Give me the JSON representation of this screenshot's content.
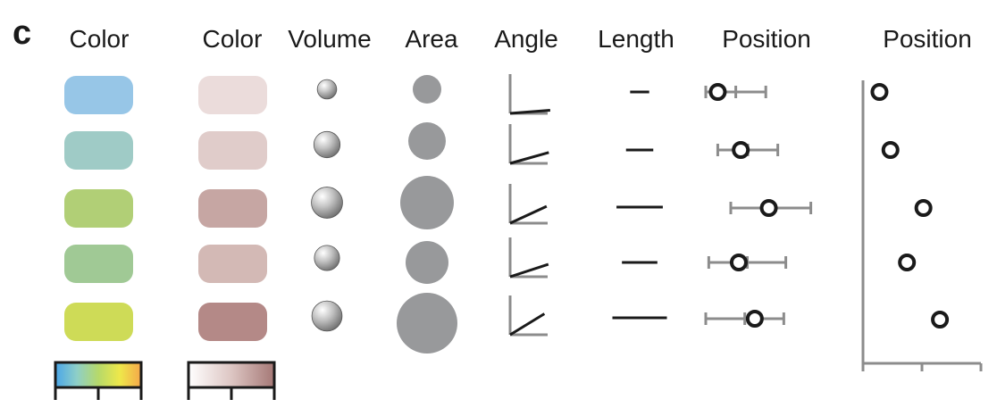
{
  "panel_label": "c",
  "headers": {
    "color1": "Color",
    "color2": "Color",
    "volume": "Volume",
    "area": "Area",
    "angle": "Angle",
    "length": "Length",
    "position1": "Position",
    "position2": "Position"
  },
  "colors": {
    "hue_swatches": [
      "#97c6e7",
      "#9fcbc6",
      "#b1cf76",
      "#a0c995",
      "#cedb57"
    ],
    "lightness_swatches": [
      "#ebdcdb",
      "#e0ccca",
      "#c6a6a3",
      "#d3b9b5",
      "#b48987"
    ],
    "hue_scale_stops": [
      "#4aa6e8",
      "#8ecfc8",
      "#b6d96a",
      "#eee84a",
      "#f5a84a"
    ],
    "lightness_scale_stops": [
      "#ffffff",
      "#ddc6c3",
      "#a57876"
    ],
    "mark_gray": "#98999b",
    "ink": "#1a1a1a",
    "errorbar_gray": "#8c8c8c"
  },
  "chart_data": {
    "type": "other",
    "rows": 5,
    "values": [
      0.2,
      0.35,
      1.0,
      0.5,
      0.85
    ],
    "volume_values": [
      0.35,
      0.7,
      0.95,
      0.65,
      0.9
    ],
    "area_values": [
      0.3,
      0.55,
      1.0,
      0.7,
      1.2
    ],
    "angle_values": [
      0.1,
      0.35,
      0.55,
      0.4,
      0.7
    ],
    "length_values": [
      0.35,
      0.5,
      0.85,
      0.65,
      1.0
    ],
    "position1": [
      {
        "point": 0.12,
        "low": 0.0,
        "high": 0.6
      },
      {
        "point": 0.35,
        "low": 0.12,
        "high": 0.72
      },
      {
        "point": 0.63,
        "low": 0.25,
        "high": 1.05
      },
      {
        "point": 0.33,
        "low": 0.03,
        "high": 0.8
      },
      {
        "point": 0.49,
        "low": 0.0,
        "high": 0.78
      }
    ],
    "position2": [
      0.15,
      0.25,
      0.55,
      0.4,
      0.7
    ]
  }
}
